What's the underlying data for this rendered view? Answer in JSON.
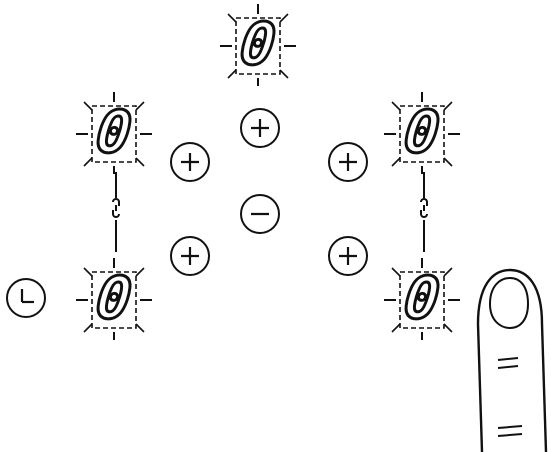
{
  "cooktop_panel": {
    "zones": [
      {
        "id": "top",
        "level": "0"
      },
      {
        "id": "left-upper",
        "level": "0"
      },
      {
        "id": "right-upper",
        "level": "0"
      },
      {
        "id": "left-lower",
        "level": "0"
      },
      {
        "id": "right-lower",
        "level": "0"
      }
    ],
    "controls": {
      "plus_icon": "plus-icon",
      "minus_icon": "minus-icon",
      "timer_icon": "clock-icon",
      "link_icon": "chain-link-icon",
      "finger_icon": "finger-touch-icon"
    },
    "colors": {
      "stroke": "#111111",
      "background": "#ffffff"
    }
  }
}
